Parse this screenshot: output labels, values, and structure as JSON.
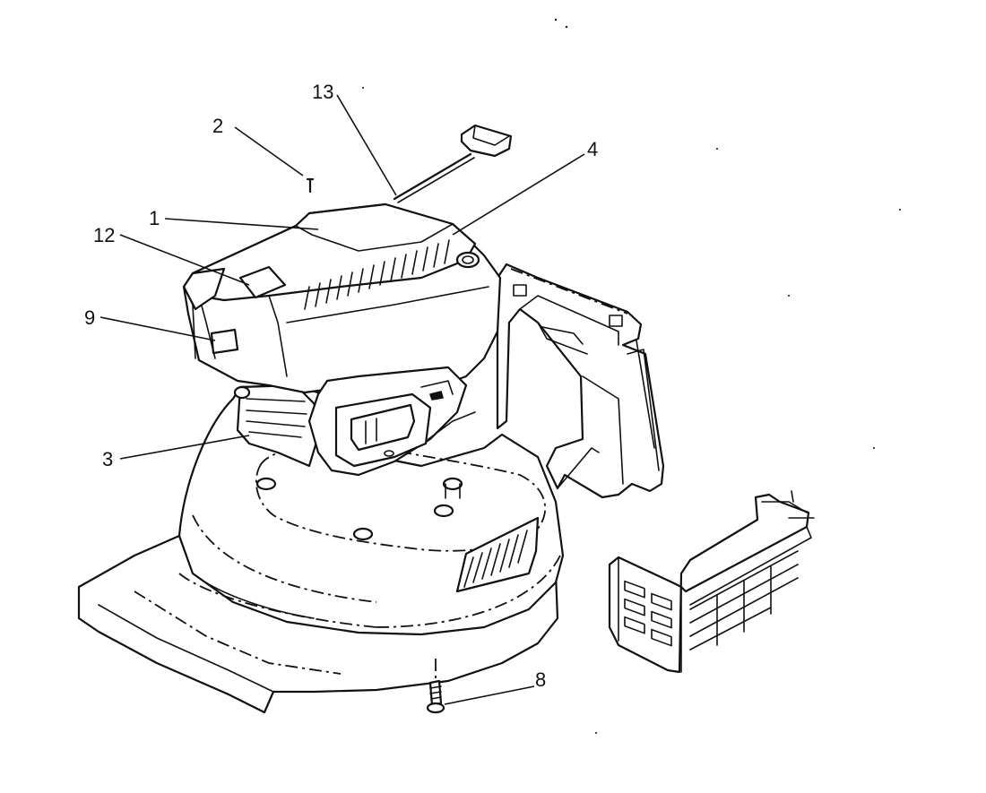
{
  "callouts": {
    "c1": "1",
    "c2": "2",
    "c3": "3",
    "c4": "4",
    "c8": "8",
    "c9": "9",
    "c12": "12",
    "c13": "13"
  }
}
